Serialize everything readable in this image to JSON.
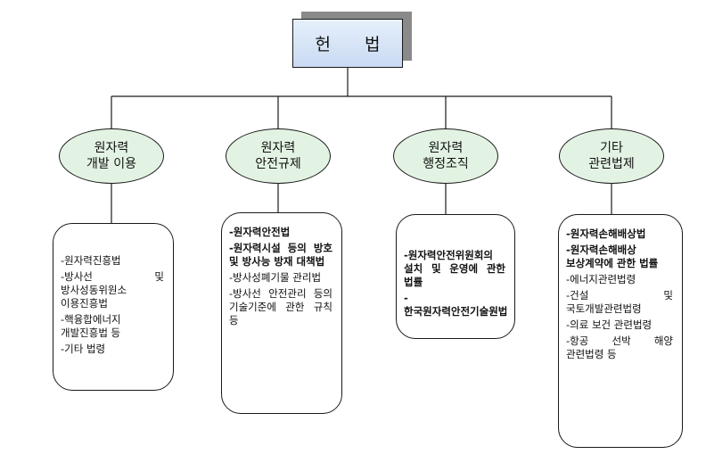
{
  "root": {
    "label": "헌 법"
  },
  "categories": [
    {
      "lines": [
        "원자력",
        "개발 이용"
      ],
      "items": [
        {
          "text": "-원자력진흥법",
          "bold": false
        },
        {
          "text": "-방사선 및 방사성동위원소 이용진흥법",
          "bold": false
        },
        {
          "text": "-핵융합에너지 개발진흥법 등",
          "bold": false
        },
        {
          "text": "-기타 법령",
          "bold": false
        }
      ]
    },
    {
      "lines": [
        "원자력",
        "안전규제"
      ],
      "items": [
        {
          "text": "-원자력안전법",
          "bold": true
        },
        {
          "text": "-원자력시설 등의 방호 및 방사능 방재 대책법",
          "bold": true
        },
        {
          "text": "-방사성폐기물 관리법",
          "bold": false
        },
        {
          "text": "-방사선 안전관리 등의 기술기준에 관한 규칙 등",
          "bold": false
        }
      ]
    },
    {
      "lines": [
        "원자력",
        "행정조직"
      ],
      "items": [
        {
          "text": "-원자력안전위원회의 설치 및 운영에 관한 법률",
          "bold": true
        },
        {
          "text": "-한국원자력안전기술원법",
          "bold": true
        }
      ]
    },
    {
      "lines": [
        "기타",
        "관련법제"
      ],
      "items": [
        {
          "text": "-원자력손해배상법",
          "bold": true
        },
        {
          "text": "-원자력손해배상 보상계약에 관한 법률",
          "bold": true
        },
        {
          "text": "-에너지관련법령",
          "bold": false
        },
        {
          "text": "-건설 및 국토개발관련법령",
          "bold": false
        },
        {
          "text": "-의료 보건 관련법령",
          "bold": false
        },
        {
          "text": "-항공 선박 해양 관련법령 등",
          "bold": false
        }
      ]
    }
  ]
}
